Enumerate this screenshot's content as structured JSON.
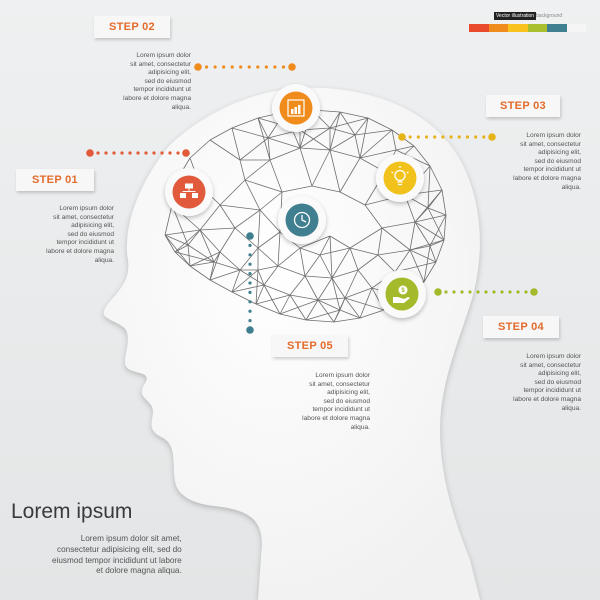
{
  "brand_colors": [
    "#e84a2b",
    "#f08c1e",
    "#f7c31c",
    "#a9bf2e",
    "#3f7f8f",
    "#f5f5f5"
  ],
  "header": {
    "badge_text": "Vector illustration",
    "badge_text2": "background"
  },
  "steps": [
    {
      "id": "step-01",
      "label": "STEP 01",
      "icon": "flowchart-icon",
      "color": "#e15a3a",
      "text": "Lorem ipsum dolor\nsit amet, consectetur\nadipisicing elit,\nsed do eiusmod\ntempor incididunt ut\nlabore et dolore magna\naliqua."
    },
    {
      "id": "step-02",
      "label": "STEP 02",
      "icon": "bar-chart-icon",
      "color": "#f08c1e",
      "text": "Lorem ipsum dolor\nsit amet, consectetur\nadipisicing elit,\nsed do eiusmod\ntempor incididunt ut\nlabore et dolore magna\naliqua."
    },
    {
      "id": "step-03",
      "label": "STEP 03",
      "icon": "lightbulb-icon",
      "color": "#f2c21d",
      "text": "Lorem ipsum dolor\nsit amet, consectetur\nadipisicing elit,\nsed do eiusmod\ntempor incididunt ut\nlabore et dolore magna\naliqua."
    },
    {
      "id": "step-04",
      "label": "STEP 04",
      "icon": "money-hand-icon",
      "color": "#a4ba2c",
      "text": "Lorem ipsum dolor\nsit amet, consectetur\nadipisicing elit,\nsed do eiusmod\ntempor incididunt ut\nlabore et dolore magna\naliqua."
    },
    {
      "id": "step-05",
      "label": "STEP 05",
      "icon": "clock-icon",
      "color": "#3f7f8f",
      "text": "Lorem ipsum dolor\nsit amet, consectetur\nadipisicing elit,\nsed do eiusmod\ntempor incididunt ut\nlabore et dolore magna\naliqua."
    }
  ],
  "footer": {
    "title": "Lorem ipsum",
    "text": "Lorem ipsum dolor sit amet,\nconsectetur adipisicing elit, sed do\neiusmod tempor incididunt ut labore\net dolore magna aliqua."
  }
}
